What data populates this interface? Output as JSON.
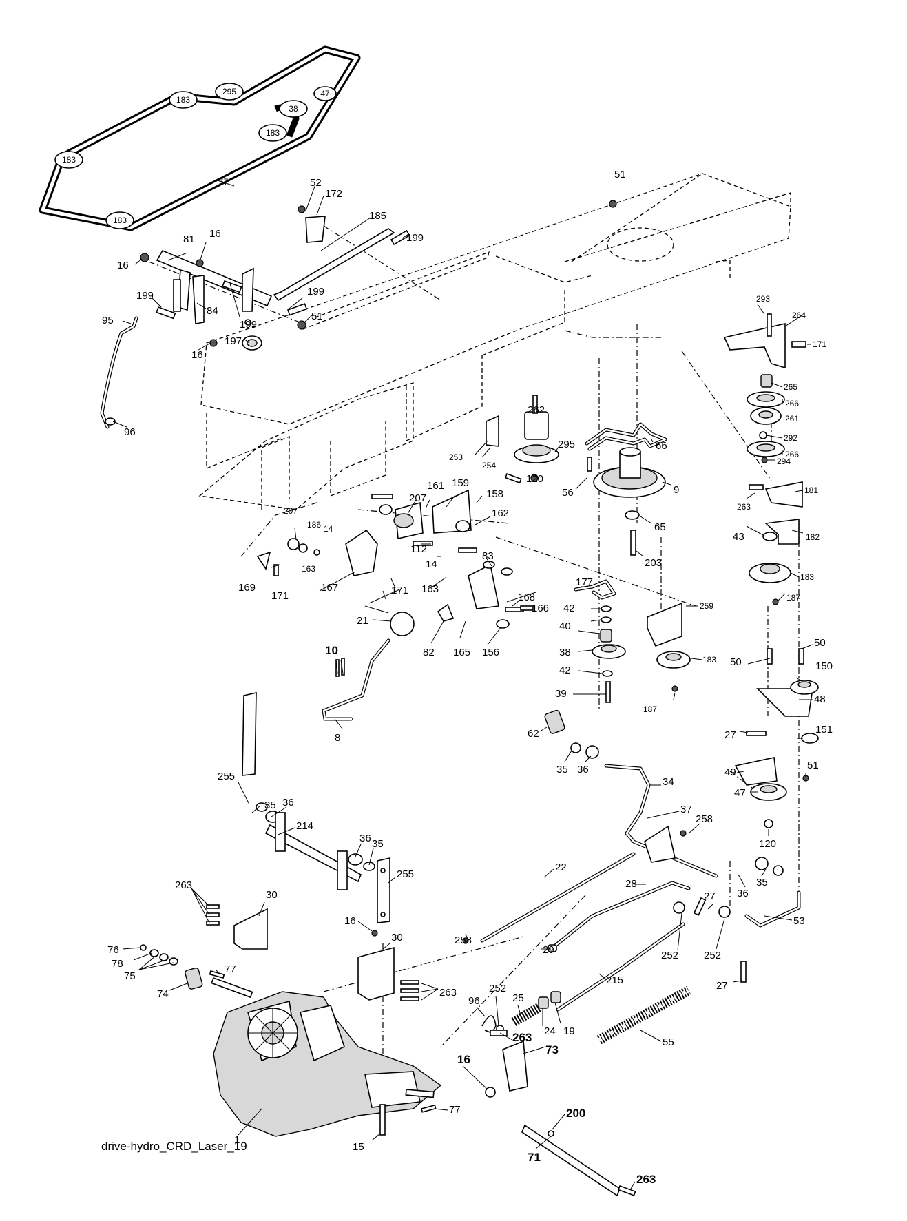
{
  "diagram": {
    "caption": "drive-hydro_CRD_Laser_19",
    "belt_pulley_labels": [
      "183",
      "295",
      "47",
      "38",
      "183",
      "183",
      "183"
    ],
    "callouts": [
      {
        "id": "57"
      },
      {
        "id": "51"
      },
      {
        "id": "52"
      },
      {
        "id": "172"
      },
      {
        "id": "185"
      },
      {
        "id": "199"
      },
      {
        "id": "16"
      },
      {
        "id": "81"
      },
      {
        "id": "16"
      },
      {
        "id": "199"
      },
      {
        "id": "199"
      },
      {
        "id": "84"
      },
      {
        "id": "51"
      },
      {
        "id": "199"
      },
      {
        "id": "95"
      },
      {
        "id": "16"
      },
      {
        "id": "197"
      },
      {
        "id": "96"
      },
      {
        "id": "293"
      },
      {
        "id": "264"
      },
      {
        "id": "171"
      },
      {
        "id": "265"
      },
      {
        "id": "266"
      },
      {
        "id": "261"
      },
      {
        "id": "292"
      },
      {
        "id": "266"
      },
      {
        "id": "294"
      },
      {
        "id": "262"
      },
      {
        "id": "295"
      },
      {
        "id": "66"
      },
      {
        "id": "253"
      },
      {
        "id": "254"
      },
      {
        "id": "120"
      },
      {
        "id": "56"
      },
      {
        "id": "9"
      },
      {
        "id": "181"
      },
      {
        "id": "263"
      },
      {
        "id": "65"
      },
      {
        "id": "43"
      },
      {
        "id": "182"
      },
      {
        "id": "203"
      },
      {
        "id": "183"
      },
      {
        "id": "187"
      },
      {
        "id": "207"
      },
      {
        "id": "161"
      },
      {
        "id": "159"
      },
      {
        "id": "158"
      },
      {
        "id": "207"
      },
      {
        "id": "186"
      },
      {
        "id": "14"
      },
      {
        "id": "162"
      },
      {
        "id": "112"
      },
      {
        "id": "14"
      },
      {
        "id": "83"
      },
      {
        "id": "163"
      },
      {
        "id": "169"
      },
      {
        "id": "171"
      },
      {
        "id": "167"
      },
      {
        "id": "171"
      },
      {
        "id": "163"
      },
      {
        "id": "168"
      },
      {
        "id": "166"
      },
      {
        "id": "21"
      },
      {
        "id": "82"
      },
      {
        "id": "165"
      },
      {
        "id": "156"
      },
      {
        "id": "177"
      },
      {
        "id": "42"
      },
      {
        "id": "40"
      },
      {
        "id": "38"
      },
      {
        "id": "42"
      },
      {
        "id": "39"
      },
      {
        "id": "259"
      },
      {
        "id": "183"
      },
      {
        "id": "187"
      },
      {
        "id": "10"
      },
      {
        "id": "8"
      },
      {
        "id": "50"
      },
      {
        "id": "50"
      },
      {
        "id": "150"
      },
      {
        "id": "48"
      },
      {
        "id": "27"
      },
      {
        "id": "151"
      },
      {
        "id": "49"
      },
      {
        "id": "51"
      },
      {
        "id": "47"
      },
      {
        "id": "120"
      },
      {
        "id": "62"
      },
      {
        "id": "35"
      },
      {
        "id": "36"
      },
      {
        "id": "34"
      },
      {
        "id": "37"
      },
      {
        "id": "258"
      },
      {
        "id": "22"
      },
      {
        "id": "28"
      },
      {
        "id": "36"
      },
      {
        "id": "35"
      },
      {
        "id": "27"
      },
      {
        "id": "53"
      },
      {
        "id": "258"
      },
      {
        "id": "29"
      },
      {
        "id": "252"
      },
      {
        "id": "252"
      },
      {
        "id": "27"
      },
      {
        "id": "215"
      },
      {
        "id": "255"
      },
      {
        "id": "35"
      },
      {
        "id": "36"
      },
      {
        "id": "214"
      },
      {
        "id": "36"
      },
      {
        "id": "35"
      },
      {
        "id": "255"
      },
      {
        "id": "263"
      },
      {
        "id": "30"
      },
      {
        "id": "16"
      },
      {
        "id": "30"
      },
      {
        "id": "263"
      },
      {
        "id": "76"
      },
      {
        "id": "78"
      },
      {
        "id": "75"
      },
      {
        "id": "77"
      },
      {
        "id": "74"
      },
      {
        "id": "96"
      },
      {
        "id": "252"
      },
      {
        "id": "25"
      },
      {
        "id": "24"
      },
      {
        "id": "19"
      },
      {
        "id": "55"
      },
      {
        "id": "263"
      },
      {
        "id": "73"
      },
      {
        "id": "16"
      },
      {
        "id": "77"
      },
      {
        "id": "200"
      },
      {
        "id": "1"
      },
      {
        "id": "15"
      },
      {
        "id": "71"
      },
      {
        "id": "263"
      }
    ]
  }
}
